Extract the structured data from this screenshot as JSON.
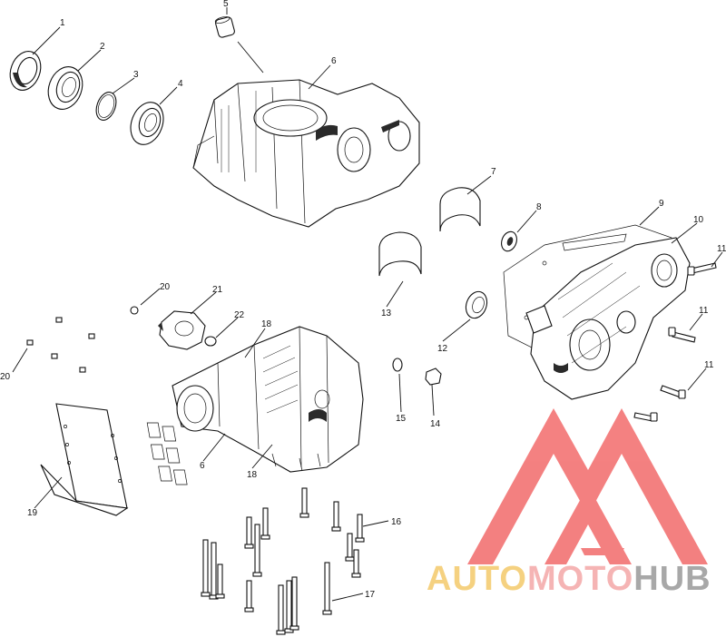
{
  "callouts": {
    "c1": "1",
    "c2": "2",
    "c3": "3",
    "c4": "4",
    "c5": "5",
    "c6a": "6",
    "c7": "7",
    "c8": "8",
    "c9": "9",
    "c10": "10",
    "c11a": "11",
    "c11b": "11",
    "c11c": "11",
    "c12": "12",
    "c13": "13",
    "c14": "14",
    "c15": "15",
    "c16": "16",
    "c17": "17",
    "c18a": "18",
    "c18b": "18",
    "c19": "19",
    "c20a": "20",
    "c20b": "20",
    "c21": "21",
    "c22": "22",
    "c6b": "6"
  },
  "watermark": {
    "part1": "AUTO",
    "part2": "MOTO",
    "part3": "HUB",
    "color_gold": "#f4c96a",
    "color_pink": "#f4a8a8",
    "color_grey": "#9a9a9a",
    "logo_color": "#f26b6b"
  },
  "icons": {
    "logo": "triangle-m-logo-icon"
  }
}
